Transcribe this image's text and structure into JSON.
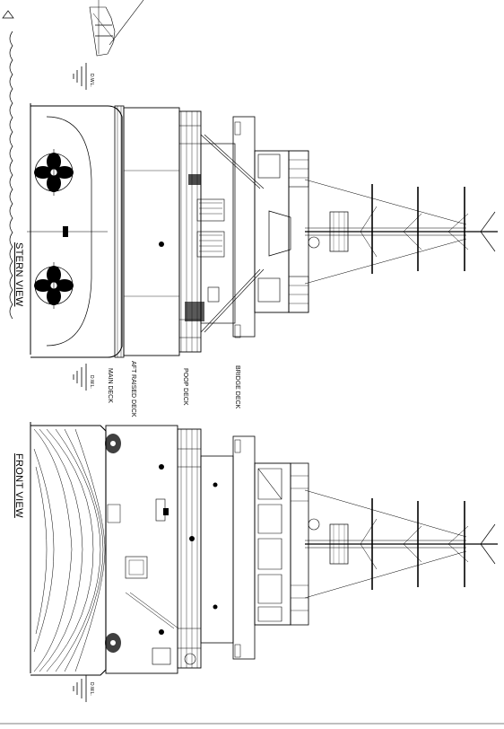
{
  "views": {
    "stern": "STERN VIEW",
    "front": "FRONT VIEW"
  },
  "decks": {
    "bridge": "BRIDGE DECK",
    "poop": "POOP DECK",
    "aft_raised": "AFT RAISED DECK",
    "main": "MAIN DECK"
  },
  "waterline": "D.W.L.",
  "colors": {
    "line": "#000000",
    "paper": "#ffffff",
    "rule": "#999999"
  }
}
